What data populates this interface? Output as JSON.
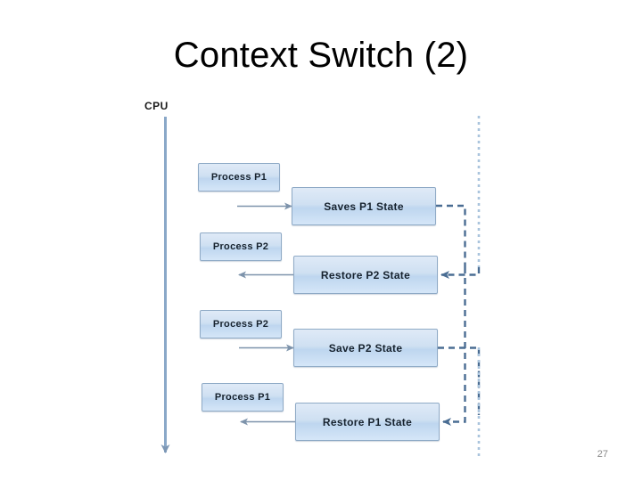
{
  "slide": {
    "title": "Context Switch (2)",
    "page_number": "27"
  },
  "diagram": {
    "type": "sequence-diagram",
    "lane_label": "CPU",
    "colors": {
      "box_fill_top": "#dfeaf7",
      "box_fill_bottom": "#bed6ef",
      "box_border": "#8faac6",
      "solid_arrow": "#7d93ab",
      "dashed_arrow": "#4a6d93",
      "dotted_line": "#aac4dd",
      "cpu_line": "#8aa8c8",
      "title_text": "#000000",
      "page_number_text": "#8a8a8a"
    },
    "rows": [
      {
        "process_label": "Process P1",
        "state_label": "Saves P1 State",
        "solid_arrow_direction": "right",
        "dashed_arrow_direction": "out-right"
      },
      {
        "process_label": "Process P2",
        "state_label": "Restore P2 State",
        "solid_arrow_direction": "left",
        "dashed_arrow_direction": "in-left"
      },
      {
        "process_label": "Process P2",
        "state_label": "Save P2 State",
        "solid_arrow_direction": "right",
        "dashed_arrow_direction": "out-right"
      },
      {
        "process_label": "Process P1",
        "state_label": "Restore P1 State",
        "solid_arrow_direction": "left",
        "dashed_arrow_direction": "in-left"
      }
    ]
  }
}
